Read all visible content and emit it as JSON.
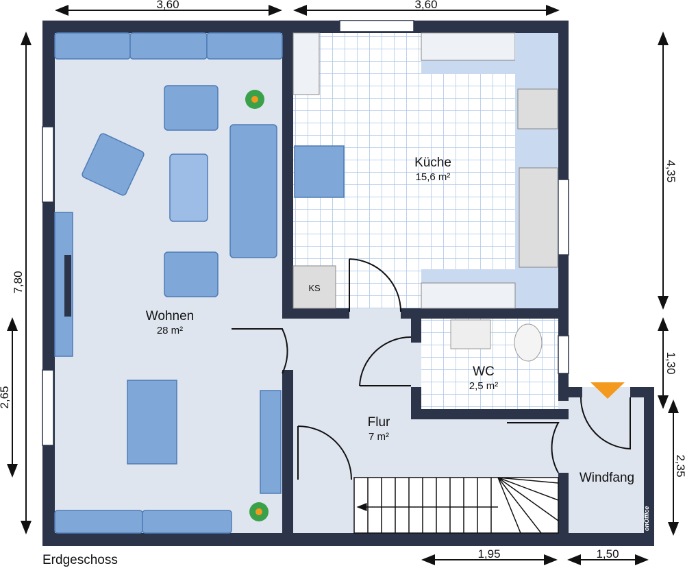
{
  "plan": {
    "floor_name": "Erdgeschoss",
    "logo": "onOffice",
    "rooms": [
      {
        "name": "Wohnen",
        "area": "28 m²"
      },
      {
        "name": "Küche",
        "area": "15,6 m²"
      },
      {
        "name": "WC",
        "area": "2,5 m²"
      },
      {
        "name": "Flur",
        "area": "7 m²"
      },
      {
        "name": "Windfang",
        "area": ""
      }
    ],
    "fridge_label": "KS",
    "dimensions": {
      "top_left": "3,60",
      "top_right": "3,60",
      "left_total": "7,80",
      "left_lower": "2,65",
      "right_upper": "4,35",
      "right_middle": "1,30",
      "right_lower": "2,35",
      "bottom_middle": "1,95",
      "bottom_right": "1,50"
    },
    "colors": {
      "wall": "#2b3448",
      "floor": "#dfe5ef",
      "furniture": "#7fa7d8",
      "entrance_marker": "#f39a1e"
    }
  }
}
